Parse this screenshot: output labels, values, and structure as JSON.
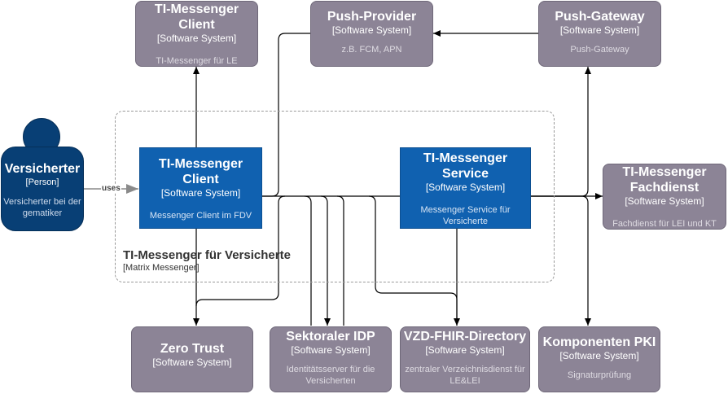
{
  "person": {
    "title": "Versicherter",
    "type": "[Person]",
    "description": "Versicherter bei der gematiker"
  },
  "boundary": {
    "title": "TI-Messenger für Versicherte",
    "type": "[Matrix Messenger]"
  },
  "systems": {
    "ti_client_le": {
      "title": "TI-Messenger Client",
      "type": "[Software System]",
      "description": "TI-Messenger für LE"
    },
    "push_provider": {
      "title": "Push-Provider",
      "type": "[Software System]",
      "description": "z.B. FCM, APN"
    },
    "push_gateway": {
      "title": "Push-Gateway",
      "type": "[Software System]",
      "description": "Push-Gateway"
    },
    "fdv_client": {
      "title": "TI-Messenger Client",
      "type": "[Software System]",
      "description": "Messenger Client im FDV"
    },
    "service": {
      "title": "TI-Messenger Service",
      "type": "[Software System]",
      "description": "Messenger Service für Versicherte"
    },
    "fachdienst": {
      "title": "TI-Messenger Fachdienst",
      "type": "[Software System]",
      "description": "Fachdienst für LEI und KT"
    },
    "zero_trust": {
      "title": "Zero Trust",
      "type": "[Software System]",
      "description": ""
    },
    "idp": {
      "title": "Sektoraler IDP",
      "type": "[Software System]",
      "description": "Identitätsserver für die Versicherten"
    },
    "vzd": {
      "title": "VZD-FHIR-Directory",
      "type": "[Software System]",
      "description": "zentraler Verzeichnisdienst für LE&LEI"
    },
    "pki": {
      "title": "Komponenten PKI",
      "type": "[Software System]",
      "description": "Signaturprüfung"
    }
  },
  "edges": {
    "uses_label": "uses"
  },
  "colors": {
    "external": "#8c8496",
    "internal": "#1061b0",
    "person": "#083f75"
  }
}
